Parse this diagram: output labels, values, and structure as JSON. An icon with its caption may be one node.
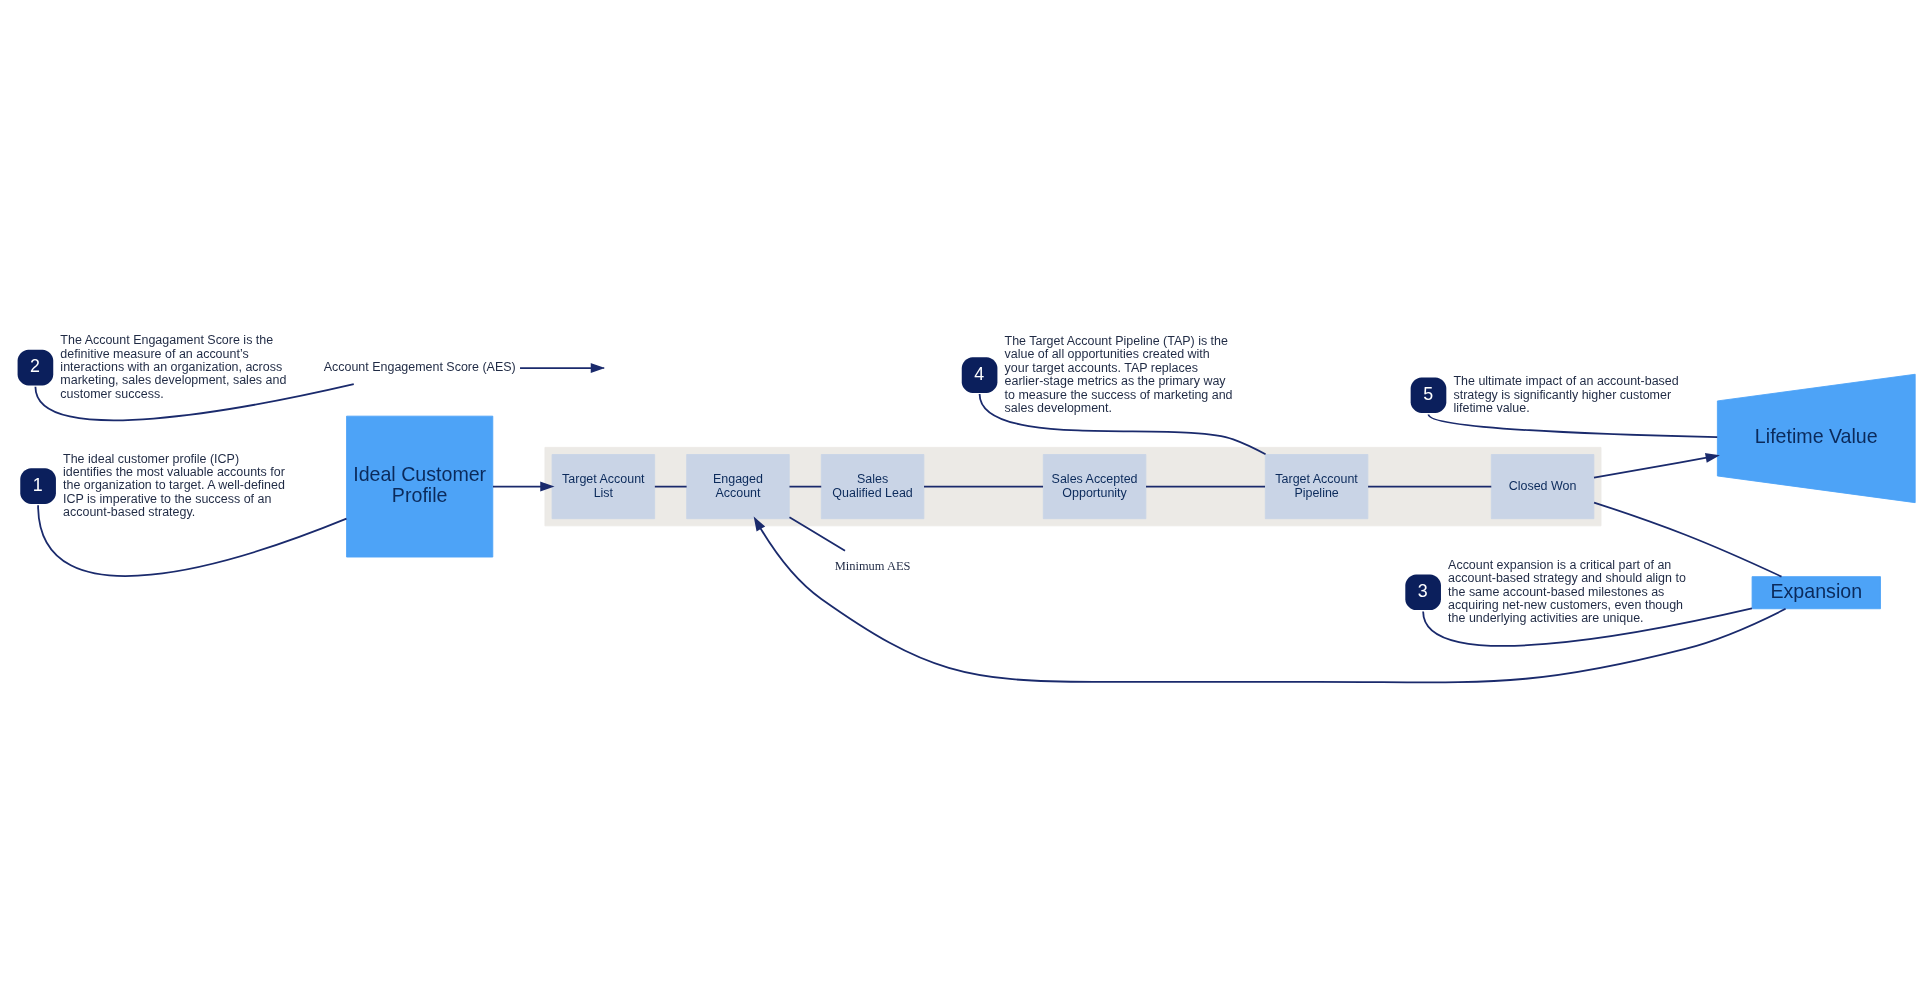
{
  "diagram": {
    "nodes": [
      {
        "text": [
          "Ideal Customer Profile"
        ]
      },
      {
        "text": [],
        "shape": "band"
      },
      {
        "text": [
          "Target Account List"
        ],
        "in": 1
      },
      {
        "text": [
          "Engaged Account"
        ],
        "in": 1
      },
      {
        "text": [
          "Sales Qualified Lead"
        ],
        "in": 1
      },
      {
        "text": [
          "Sales Accepted Opportunity"
        ],
        "in": 1
      },
      {
        "text": [
          "Target Account Pipeline"
        ],
        "in": 1
      },
      {
        "text": [
          "Closed Won"
        ],
        "in": 1
      },
      {
        "text": [
          "Lifetime Value"
        ]
      },
      {
        "text": [
          "Expansion"
        ]
      },
      {
        "text": [
          "Account Engagement Score (AES)"
        ]
      },
      {
        "text": [
          "Minimum AES"
        ]
      },
      {
        "text": [
          "1"
        ],
        "beside": [
          "The ideal customer profile (ICP) identifies the most valuable accounts for the organization to target. A well-defined ICP is imperative to the success of an account-based strategy."
        ]
      },
      {
        "text": [
          "2"
        ],
        "beside": [
          "The Account Engagament Score is the definitive measure of an account’s interactions with an organization, across marketing, sales development, sales and customer success."
        ]
      },
      {
        "text": [
          "3"
        ],
        "beside": [
          "Account expansion is a critical part of an account-based strategy and should align to the same account-based milestones as acquiring net-new customers, even though the underlying activities are unique."
        ]
      },
      {
        "text": [
          "4"
        ],
        "beside": [
          "The Target Account Pipeline (TAP) is the value of all opportunities created with your target accounts. TAP replaces earlier-stage metrics as the primary way to measure the success of marketing and sales development."
        ]
      },
      {
        "text": [
          "5"
        ],
        "beside": [
          "The ultimate impact of an account-based strategy is significantly higher customer lifetime value."
        ]
      }
    ],
    "edges": [
      {
        "from": 0,
        "to": 2,
        "arrow": "to"
      },
      {
        "from": 2,
        "to": 3,
        "arrow": "none"
      },
      {
        "from": 3,
        "to": 4,
        "arrow": "none"
      },
      {
        "from": 4,
        "to": 5,
        "arrow": "none"
      },
      {
        "from": 5,
        "to": 6,
        "arrow": "none"
      },
      {
        "from": 6,
        "to": 7,
        "arrow": "none"
      },
      {
        "from": 7,
        "to": 8,
        "arrow": "to"
      },
      {
        "from": 7,
        "to": 9,
        "arrow": "none"
      },
      {
        "from": 9,
        "to": 3,
        "arrow": "to"
      },
      {
        "from": 3,
        "to": 11,
        "arrow": "none"
      },
      {
        "from": 10,
        "to": null,
        "arrow": "to"
      },
      {
        "from": 12,
        "to": 0,
        "arrow": "none"
      },
      {
        "from": 13,
        "to": 10,
        "arrow": "none"
      },
      {
        "from": 14,
        "to": 9,
        "arrow": "none"
      },
      {
        "from": 15,
        "to": 6,
        "arrow": "none"
      },
      {
        "from": 16,
        "to": 8,
        "arrow": "none"
      }
    ]
  }
}
